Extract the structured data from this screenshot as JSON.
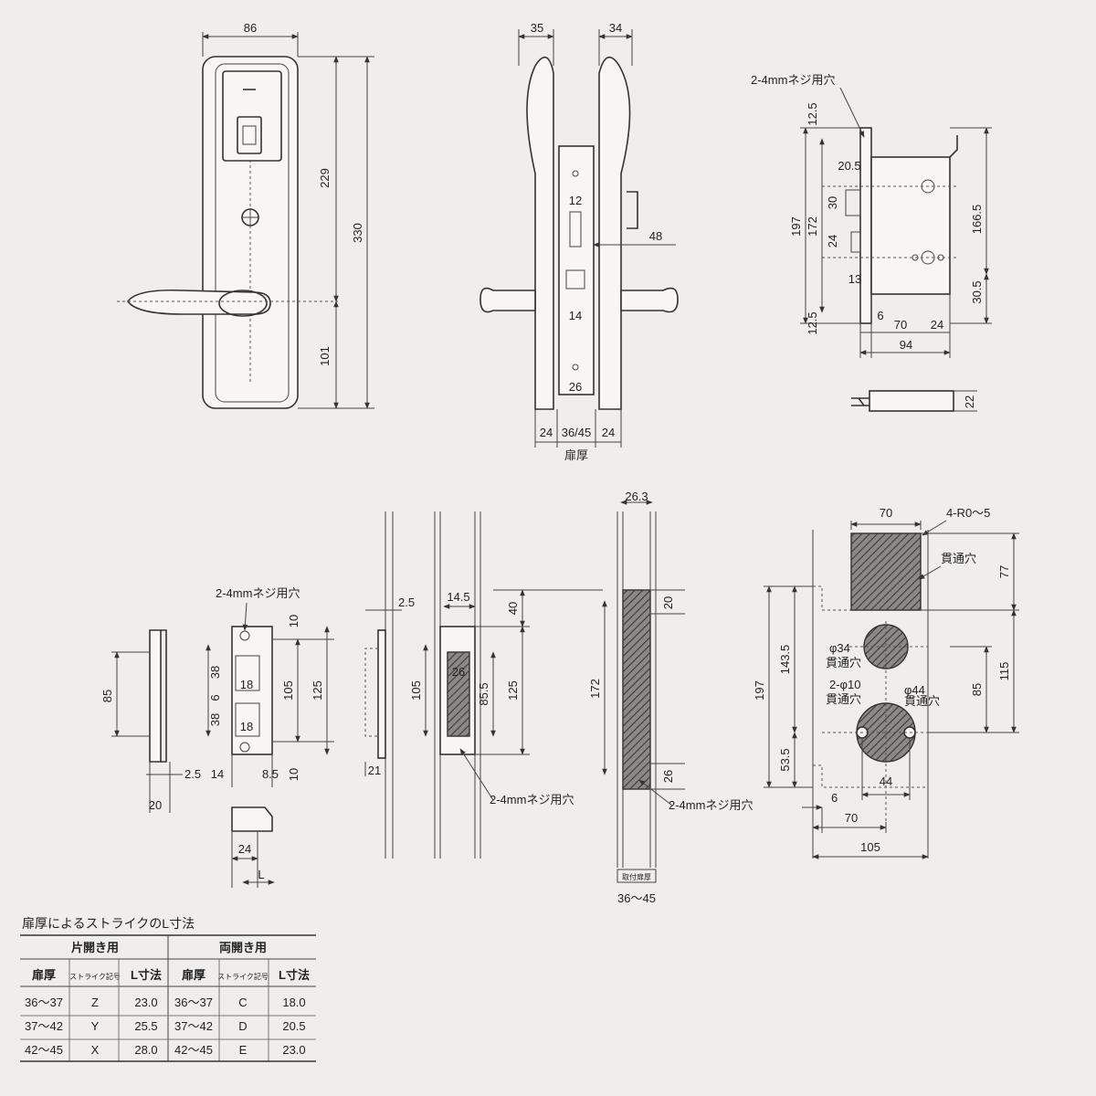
{
  "front_view": {
    "width": "86",
    "height_upper": "229",
    "height_total": "330",
    "height_lower": "101"
  },
  "side_view": {
    "left_w": "35",
    "right_w": "34",
    "d12": "12",
    "d48": "48",
    "d14": "14",
    "d26": "26",
    "b24a": "24",
    "door_range": "36/45",
    "b24b": "24",
    "door_thickness": "扉厚"
  },
  "lock_body": {
    "screw_label": "2-4mmネジ用穴",
    "d125a": "12.5",
    "d197": "197",
    "d172": "172",
    "d20_5": "20.5",
    "d30": "30",
    "d24": "24",
    "d13": "13",
    "d166_5": "166.5",
    "d30_5": "30.5",
    "d12_5b": "12.5",
    "d6": "6",
    "d70": "70",
    "d24b": "24",
    "d94": "94",
    "d22": "22"
  },
  "strike": {
    "screw_label": "2-4mmネジ用穴",
    "d85": "85",
    "d10a": "10",
    "d38a": "38",
    "d18a": "18",
    "d6": "6",
    "d38b": "38",
    "d18b": "18",
    "d105": "105",
    "d125": "125",
    "d2_5": "2.5",
    "d14": "14",
    "d8_5": "8.5",
    "d10b": "10",
    "d20": "20",
    "d24": "24",
    "dL": "L"
  },
  "mortise": {
    "d2_5": "2.5",
    "d14_5": "14.5",
    "d40": "40",
    "d26": "26",
    "d105": "105",
    "d85_5": "85.5",
    "d125": "125",
    "d21": "21",
    "screw_label": "2-4mmネジ用穴"
  },
  "edge": {
    "d26_3": "26.3",
    "d20": "20",
    "d172": "172",
    "d26": "26",
    "screw_label": "2-4mmネジ用穴",
    "small_label": "取付扉厚",
    "range": "36～45"
  },
  "cutout": {
    "d70": "70",
    "r_label": "4-R0～5",
    "through_label": "貫通穴",
    "d77": "77",
    "phi34": "φ34",
    "through34": "貫通穴",
    "holes10": "2-φ10",
    "through10": "貫通穴",
    "phi44": "φ44",
    "through44": "貫通穴",
    "d197": "197",
    "d143_5": "143.5",
    "d115": "115",
    "d85": "85",
    "d53_5": "53.5",
    "d44": "44",
    "d6": "6",
    "d70b": "70",
    "d105": "105"
  },
  "table": {
    "title": "扉厚によるストライクのL寸法",
    "group_single": "片開き用",
    "group_double": "両開き用",
    "headers": [
      "扉厚",
      "ストライク記号",
      "L寸法",
      "扉厚",
      "ストライク記号",
      "L寸法"
    ],
    "rows": [
      [
        "36～37",
        "Z",
        "23.0",
        "36～37",
        "C",
        "18.0"
      ],
      [
        "37～42",
        "Y",
        "25.5",
        "37～42",
        "D",
        "20.5"
      ],
      [
        "42～45",
        "X",
        "28.0",
        "42～45",
        "E",
        "23.0"
      ]
    ]
  }
}
